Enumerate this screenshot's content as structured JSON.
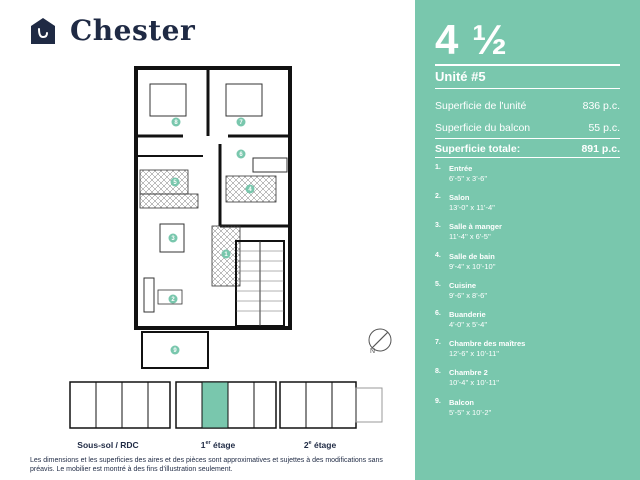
{
  "brand": {
    "name": "Chester",
    "icon": "house-logo-icon"
  },
  "plan": {
    "room_markers": [
      "1",
      "2",
      "3",
      "4",
      "5",
      "6",
      "7",
      "8",
      "9"
    ]
  },
  "floors": [
    {
      "label": "Sous-sol / RDC",
      "sup": ""
    },
    {
      "label": "1",
      "sup": "er",
      "suffix": " étage"
    },
    {
      "label": "2",
      "sup": "e",
      "suffix": " étage"
    }
  ],
  "compass": {
    "letter": "N",
    "icon": "compass-icon"
  },
  "disclaimer": "Les dimensions et les superficies des aires et des pièces sont approximatives et sujettes à des modifications sans préavis. Le mobilier est montré à des fins d'illustration seulement.",
  "unit": {
    "type": "4 ½",
    "name": "Unité #5",
    "areas": [
      {
        "label": "Superficie de l'unité",
        "value": "836 p.c."
      },
      {
        "label": "Superficie du balcon",
        "value": "55 p.c."
      },
      {
        "label": "Superficie totale:",
        "value": "891 p.c."
      }
    ],
    "rooms": [
      {
        "num": "1.",
        "name": "Entrée",
        "dim": "6'-5'' x 3'-6''"
      },
      {
        "num": "2.",
        "name": "Salon",
        "dim": "13'-0'' x 11'-4''"
      },
      {
        "num": "3.",
        "name": "Salle à manger",
        "dim": "11'-4'' x 6'-5''"
      },
      {
        "num": "4.",
        "name": "Salle de bain",
        "dim": "9'-4'' x 10'-10''"
      },
      {
        "num": "5.",
        "name": "Cuisine",
        "dim": "9'-6'' x 8'-6''"
      },
      {
        "num": "6.",
        "name": "Buanderie",
        "dim": "4'-0'' x 5'-4''"
      },
      {
        "num": "7.",
        "name": "Chambre des maîtres",
        "dim": "12'-6'' x 10'-11''"
      },
      {
        "num": "8.",
        "name": "Chambre 2",
        "dim": "10'-4'' x 10'-11''"
      },
      {
        "num": "9.",
        "name": "Balcon",
        "dim": "5'-5'' x 10'-2''"
      }
    ]
  },
  "colors": {
    "accent": "#79c7ad",
    "navy": "#1f2a44",
    "wall": "#111111"
  }
}
